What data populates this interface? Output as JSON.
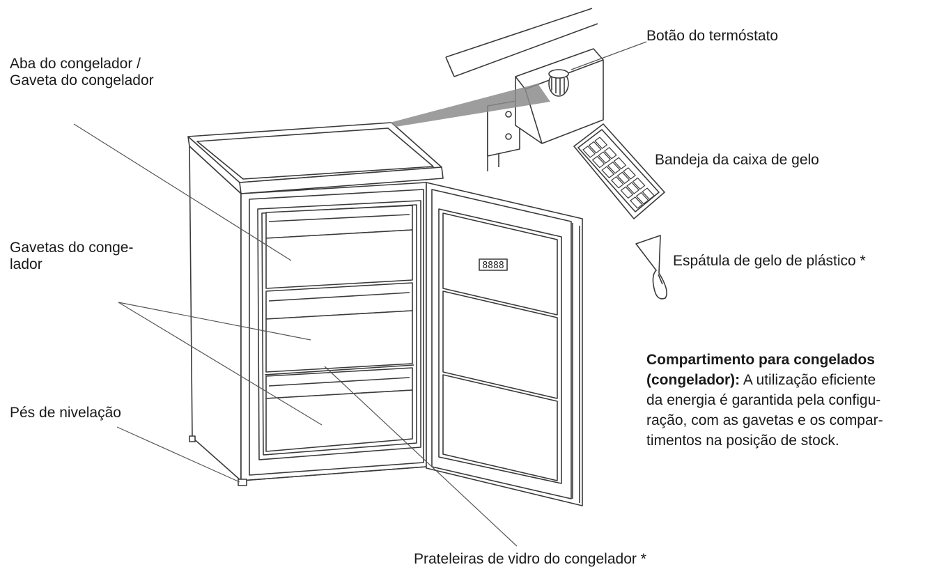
{
  "labels": {
    "flap": [
      "Aba do congelador /",
      "Gaveta do congelador"
    ],
    "drawers": [
      "Gavetas do conge-",
      "lador"
    ],
    "feet": "Pés de nivelação",
    "thermostat": "Botão do termóstato",
    "ice_tray": "Bandeja da caixa de gelo",
    "scraper": "Espátula de gelo de plástico *",
    "glass_shelves": "Prateleiras de vidro do congelador *"
  },
  "description": {
    "lines": [
      "Compartimento para congelados",
      "(congelador): A utilização eficiente",
      "da energia é garantida pela configu-",
      "ração, com as gavetas e os compar-",
      "timentos na posição de stock."
    ],
    "bold_parts": [
      "Compartimento para congelados",
      "(congelador):"
    ]
  },
  "door_display": "8888",
  "colors": {
    "line": "#3a3a3a",
    "thin": "#555555",
    "shade": "#8c8c8c",
    "text": "#1a1a1a"
  }
}
